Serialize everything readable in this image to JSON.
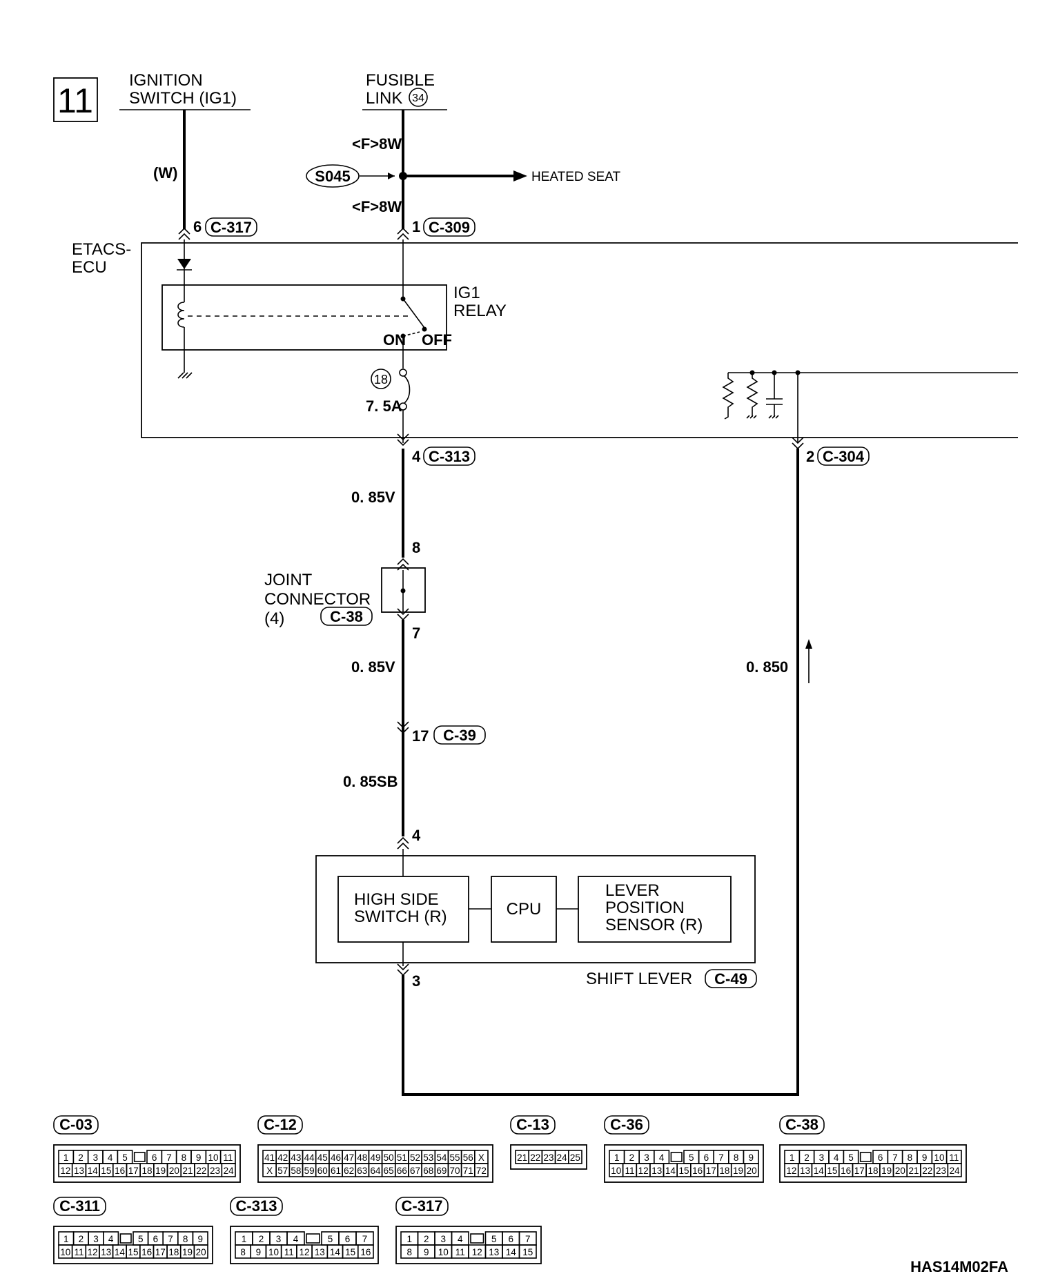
{
  "page_number": "11",
  "diagram_code": "HAS14M02FA",
  "sources": {
    "ignition_switch": "IGNITION\nSWITCH (IG1)",
    "fusible_link_text": "FUSIBLE\nLINK",
    "fusible_link_number": "34"
  },
  "wires": {
    "ignition_color": "(W)",
    "fusible_upper": "<F>8W",
    "fusible_lower": "<F>8W",
    "splice": "S045",
    "heated_seat": "HEATED SEAT",
    "etacs_out": "0. 85V",
    "joint_out": "0. 85V",
    "c39_out": "0. 85SB",
    "return": "0. 850"
  },
  "ecu": {
    "label": "ETACS-\nECU",
    "relay_label": "IG1\nRELAY",
    "relay_on": "ON",
    "relay_off": "OFF",
    "fuse_number": "18",
    "fuse_rating": "7. 5A"
  },
  "terminals": {
    "ig_pin": "6",
    "ig_conn": "C-317",
    "fl_pin": "1",
    "fl_conn": "C-309",
    "out_pin": "4",
    "out_conn": "C-313",
    "ret_pin": "2",
    "ret_conn": "C-304",
    "jc_in": "8",
    "jc_out": "7",
    "c39_pin": "17",
    "c39_conn": "C-39",
    "sl_in": "4",
    "sl_out": "3"
  },
  "joint_connector": {
    "label": "JOINT\nCONNECTOR\n(4)",
    "conn": "C-38"
  },
  "shift_lever": {
    "label": "SHIFT LEVER",
    "conn": "C-49",
    "high_side": "HIGH SIDE\nSWITCH (R)",
    "cpu": "CPU",
    "sensor": "LEVER\nPOSITION\nSENSOR (R)"
  },
  "connector_views": [
    {
      "name": "C-03",
      "rows": [
        [
          "1",
          "2",
          "3",
          "4",
          "5",
          "~",
          "6",
          "7",
          "8",
          "9",
          "10",
          "11"
        ],
        [
          "12",
          "13",
          "14",
          "15",
          "16",
          "17",
          "18",
          "19",
          "20",
          "21",
          "22",
          "23",
          "24"
        ]
      ]
    },
    {
      "name": "C-12",
      "rows": [
        [
          "41",
          "42",
          "43",
          "44",
          "45",
          "46",
          "47",
          "48",
          "49",
          "50",
          "51",
          "52",
          "53",
          "54",
          "55",
          "56",
          "X"
        ],
        [
          "X",
          "57",
          "58",
          "59",
          "60",
          "61",
          "62",
          "63",
          "64",
          "65",
          "66",
          "67",
          "68",
          "69",
          "70",
          "71",
          "72"
        ]
      ]
    },
    {
      "name": "C-13",
      "rows": [
        [
          "21",
          "22",
          "23",
          "24",
          "25"
        ]
      ]
    },
    {
      "name": "C-36",
      "rows": [
        [
          "1",
          "2",
          "3",
          "4",
          "~",
          "5",
          "6",
          "7",
          "8",
          "9"
        ],
        [
          "10",
          "11",
          "12",
          "13",
          "14",
          "15",
          "16",
          "17",
          "18",
          "19",
          "20"
        ]
      ]
    },
    {
      "name": "C-38",
      "rows": [
        [
          "1",
          "2",
          "3",
          "4",
          "5",
          "~",
          "6",
          "7",
          "8",
          "9",
          "10",
          "11"
        ],
        [
          "12",
          "13",
          "14",
          "15",
          "16",
          "17",
          "18",
          "19",
          "20",
          "21",
          "22",
          "23",
          "24"
        ]
      ]
    },
    {
      "name": "C-311",
      "rows": [
        [
          "1",
          "2",
          "3",
          "4",
          "~",
          "5",
          "6",
          "7",
          "8",
          "9"
        ],
        [
          "10",
          "11",
          "12",
          "13",
          "14",
          "15",
          "16",
          "17",
          "18",
          "19",
          "20"
        ]
      ]
    },
    {
      "name": "C-313",
      "rows": [
        [
          "1",
          "2",
          "3",
          "4",
          "~",
          "5",
          "6",
          "7"
        ],
        [
          "8",
          "9",
          "10",
          "11",
          "12",
          "13",
          "14",
          "15",
          "16"
        ]
      ]
    },
    {
      "name": "C-317",
      "rows": [
        [
          "1",
          "2",
          "3",
          "4",
          "~",
          "5",
          "6",
          "7"
        ],
        [
          "8",
          "9",
          "10",
          "11",
          "12",
          "13",
          "14",
          "15"
        ]
      ]
    }
  ]
}
